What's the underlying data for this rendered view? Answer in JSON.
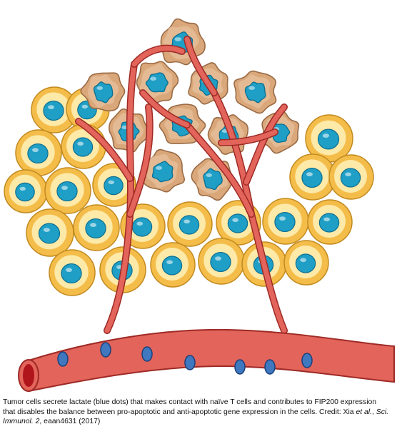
{
  "colors": {
    "normal_cell_fill": "#f4bd4a",
    "normal_cell_inner": "#fde9a8",
    "normal_cell_outline": "#c28a1f",
    "tumor_cell_fill": "#d9a77a",
    "tumor_cell_outline": "#9a6b45",
    "nucleus_fill": "#1f9fc6",
    "nucleus_outline": "#0c6f92",
    "vessel_fill": "#e2645a",
    "vessel_outline": "#9e2a26",
    "vessel_lumen": "#b0151c",
    "vessel_dot_fill": "#3f78bf",
    "background": "#ffffff"
  },
  "caption": {
    "line1": "Tumor cells secrete lactate (blue dots) that makes contact with naïve T cells and contributes to FIP200 expression",
    "line2_before_credit": "that disables the balance between pro-apoptotic and anti-apoptotic gene expression in the cells. Credit: Xia ",
    "line2_et_al": "et al.",
    "line2_comma": ", ",
    "line2_journal": "Sci.",
    "line3_journal": "Immunol. 2",
    "line3_rest": ", eaan4631 (2017)"
  }
}
